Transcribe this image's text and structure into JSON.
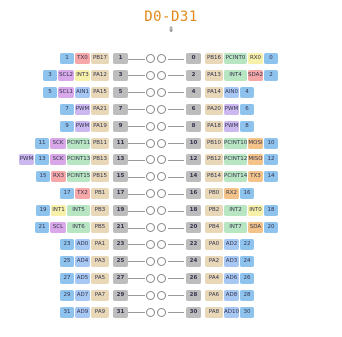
{
  "header": {
    "title": "D0-D31",
    "connector_glyph": "⇟"
  },
  "colors": {
    "pin": "#bdbdbd",
    "port": "#e8d8b8",
    "teensy": "#f6a8a8",
    "adc": "#a8c8f4",
    "pwm": "#cbb8ee",
    "touch": "#b8e6c2",
    "serial": "#f7f0a8",
    "blue": "#8ec3ee",
    "orange": "#f4c38a",
    "violet": "#d9a8e8",
    "teal": "#a8e0e0"
  },
  "rows": [
    {
      "left": [
        {
          "t": "1",
          "c": "blue"
        },
        {
          "t": "TX0",
          "c": "teensy"
        },
        {
          "t": "PB17",
          "c": "port"
        },
        {
          "t": "1",
          "c": "pin"
        }
      ],
      "right": [
        {
          "t": "0",
          "c": "pin"
        },
        {
          "t": "PB16",
          "c": "port"
        },
        {
          "t": "PCINT0",
          "c": "touch"
        },
        {
          "t": "RX0",
          "c": "serial"
        },
        {
          "t": "0",
          "c": "blue"
        }
      ]
    },
    {
      "left": [
        {
          "t": "3",
          "c": "blue"
        },
        {
          "t": "SCL2",
          "c": "violet"
        },
        {
          "t": "INT3",
          "c": "serial"
        },
        {
          "t": "PA12",
          "c": "port"
        },
        {
          "t": "3",
          "c": "pin"
        }
      ],
      "right": [
        {
          "t": "2",
          "c": "pin"
        },
        {
          "t": "PA13",
          "c": "port"
        },
        {
          "t": "INT4",
          "c": "touch"
        },
        {
          "t": "SDA2",
          "c": "teensy"
        },
        {
          "t": "2",
          "c": "blue"
        }
      ]
    },
    {
      "left": [
        {
          "t": "5",
          "c": "blue"
        },
        {
          "t": "SCL1",
          "c": "violet"
        },
        {
          "t": "AIN1",
          "c": "adc"
        },
        {
          "t": "PA15",
          "c": "port"
        },
        {
          "t": "5",
          "c": "pin"
        }
      ],
      "right": [
        {
          "t": "4",
          "c": "pin"
        },
        {
          "t": "PA14",
          "c": "port"
        },
        {
          "t": "AIN0",
          "c": "adc"
        },
        {
          "t": "4",
          "c": "blue"
        }
      ]
    },
    {
      "left": [
        {
          "t": "7",
          "c": "blue"
        },
        {
          "t": "PWM",
          "c": "pwm"
        },
        {
          "t": "PA21",
          "c": "port"
        },
        {
          "t": "7",
          "c": "pin"
        }
      ],
      "right": [
        {
          "t": "6",
          "c": "pin"
        },
        {
          "t": "PA20",
          "c": "port"
        },
        {
          "t": "PWM",
          "c": "pwm"
        },
        {
          "t": "6",
          "c": "blue"
        }
      ]
    },
    {
      "left": [
        {
          "t": "9",
          "c": "blue"
        },
        {
          "t": "PWM",
          "c": "pwm"
        },
        {
          "t": "PA19",
          "c": "port"
        },
        {
          "t": "9",
          "c": "pin"
        }
      ],
      "right": [
        {
          "t": "8",
          "c": "pin"
        },
        {
          "t": "PA18",
          "c": "port"
        },
        {
          "t": "PWM",
          "c": "pwm"
        },
        {
          "t": "8",
          "c": "blue"
        }
      ]
    },
    {
      "left": [
        {
          "t": "11",
          "c": "blue"
        },
        {
          "t": "SCK",
          "c": "violet"
        },
        {
          "t": "PCINT11",
          "c": "touch"
        },
        {
          "t": "PB11",
          "c": "port"
        },
        {
          "t": "11",
          "c": "pin"
        }
      ],
      "right": [
        {
          "t": "10",
          "c": "pin"
        },
        {
          "t": "PB10",
          "c": "port"
        },
        {
          "t": "PCINT10",
          "c": "touch"
        },
        {
          "t": "MOSI",
          "c": "orange"
        },
        {
          "t": "10",
          "c": "blue"
        }
      ]
    },
    {
      "left": [
        {
          "t": "PWM",
          "c": "pwm"
        },
        {
          "t": "13",
          "c": "blue"
        },
        {
          "t": "SCK",
          "c": "violet"
        },
        {
          "t": "PCINT13",
          "c": "touch"
        },
        {
          "t": "PB13",
          "c": "port"
        },
        {
          "t": "13",
          "c": "pin"
        }
      ],
      "right": [
        {
          "t": "12",
          "c": "pin"
        },
        {
          "t": "PB12",
          "c": "port"
        },
        {
          "t": "PCINT12",
          "c": "touch"
        },
        {
          "t": "MISO",
          "c": "orange"
        },
        {
          "t": "12",
          "c": "blue"
        }
      ]
    },
    {
      "left": [
        {
          "t": "15",
          "c": "blue"
        },
        {
          "t": "RX3",
          "c": "teensy"
        },
        {
          "t": "PCINT15",
          "c": "touch"
        },
        {
          "t": "PB15",
          "c": "port"
        },
        {
          "t": "15",
          "c": "pin"
        }
      ],
      "right": [
        {
          "t": "14",
          "c": "pin"
        },
        {
          "t": "PB14",
          "c": "port"
        },
        {
          "t": "PCINT14",
          "c": "touch"
        },
        {
          "t": "TX3",
          "c": "orange"
        },
        {
          "t": "14",
          "c": "blue"
        }
      ]
    },
    {
      "left": [
        {
          "t": "17",
          "c": "blue"
        },
        {
          "t": "TX2",
          "c": "teensy"
        },
        {
          "t": "PB1",
          "c": "port"
        },
        {
          "t": "17",
          "c": "pin"
        }
      ],
      "right": [
        {
          "t": "16",
          "c": "pin"
        },
        {
          "t": "PB0",
          "c": "port"
        },
        {
          "t": "RX2",
          "c": "orange"
        },
        {
          "t": "16",
          "c": "blue"
        }
      ]
    },
    {
      "left": [
        {
          "t": "19",
          "c": "blue"
        },
        {
          "t": "INT1",
          "c": "serial"
        },
        {
          "t": "INT5",
          "c": "touch"
        },
        {
          "t": "PB3",
          "c": "port"
        },
        {
          "t": "19",
          "c": "pin"
        }
      ],
      "right": [
        {
          "t": "18",
          "c": "pin"
        },
        {
          "t": "PB2",
          "c": "port"
        },
        {
          "t": "INT2",
          "c": "touch"
        },
        {
          "t": "INT0",
          "c": "serial"
        },
        {
          "t": "18",
          "c": "blue"
        }
      ]
    },
    {
      "left": [
        {
          "t": "21",
          "c": "blue"
        },
        {
          "t": "SCL",
          "c": "violet"
        },
        {
          "t": "INT6",
          "c": "touch"
        },
        {
          "t": "PB5",
          "c": "port"
        },
        {
          "t": "21",
          "c": "pin"
        }
      ],
      "right": [
        {
          "t": "20",
          "c": "pin"
        },
        {
          "t": "PB4",
          "c": "port"
        },
        {
          "t": "INT7",
          "c": "touch"
        },
        {
          "t": "SDA",
          "c": "orange"
        },
        {
          "t": "20",
          "c": "blue"
        }
      ]
    },
    {
      "left": [
        {
          "t": "23",
          "c": "blue"
        },
        {
          "t": "AD0",
          "c": "adc"
        },
        {
          "t": "PA1",
          "c": "port"
        },
        {
          "t": "23",
          "c": "pin"
        }
      ],
      "right": [
        {
          "t": "22",
          "c": "pin"
        },
        {
          "t": "PA0",
          "c": "port"
        },
        {
          "t": "AD2",
          "c": "adc"
        },
        {
          "t": "22",
          "c": "blue"
        }
      ]
    },
    {
      "left": [
        {
          "t": "25",
          "c": "blue"
        },
        {
          "t": "AD4",
          "c": "adc"
        },
        {
          "t": "PA3",
          "c": "port"
        },
        {
          "t": "25",
          "c": "pin"
        }
      ],
      "right": [
        {
          "t": "24",
          "c": "pin"
        },
        {
          "t": "PA2",
          "c": "port"
        },
        {
          "t": "AD3",
          "c": "adc"
        },
        {
          "t": "24",
          "c": "blue"
        }
      ]
    },
    {
      "left": [
        {
          "t": "27",
          "c": "blue"
        },
        {
          "t": "AD5",
          "c": "adc"
        },
        {
          "t": "PA5",
          "c": "port"
        },
        {
          "t": "27",
          "c": "pin"
        }
      ],
      "right": [
        {
          "t": "26",
          "c": "pin"
        },
        {
          "t": "PA4",
          "c": "port"
        },
        {
          "t": "AD6",
          "c": "adc"
        },
        {
          "t": "26",
          "c": "blue"
        }
      ]
    },
    {
      "left": [
        {
          "t": "29",
          "c": "blue"
        },
        {
          "t": "AD7",
          "c": "adc"
        },
        {
          "t": "PA7",
          "c": "port"
        },
        {
          "t": "29",
          "c": "pin"
        }
      ],
      "right": [
        {
          "t": "28",
          "c": "pin"
        },
        {
          "t": "PA6",
          "c": "port"
        },
        {
          "t": "AD8",
          "c": "adc"
        },
        {
          "t": "28",
          "c": "blue"
        }
      ]
    },
    {
      "left": [
        {
          "t": "31",
          "c": "blue"
        },
        {
          "t": "AD9",
          "c": "adc"
        },
        {
          "t": "PA9",
          "c": "port"
        },
        {
          "t": "31",
          "c": "pin"
        }
      ],
      "right": [
        {
          "t": "30",
          "c": "pin"
        },
        {
          "t": "PA8",
          "c": "port"
        },
        {
          "t": "AD10",
          "c": "adc"
        },
        {
          "t": "30",
          "c": "blue"
        }
      ]
    }
  ]
}
